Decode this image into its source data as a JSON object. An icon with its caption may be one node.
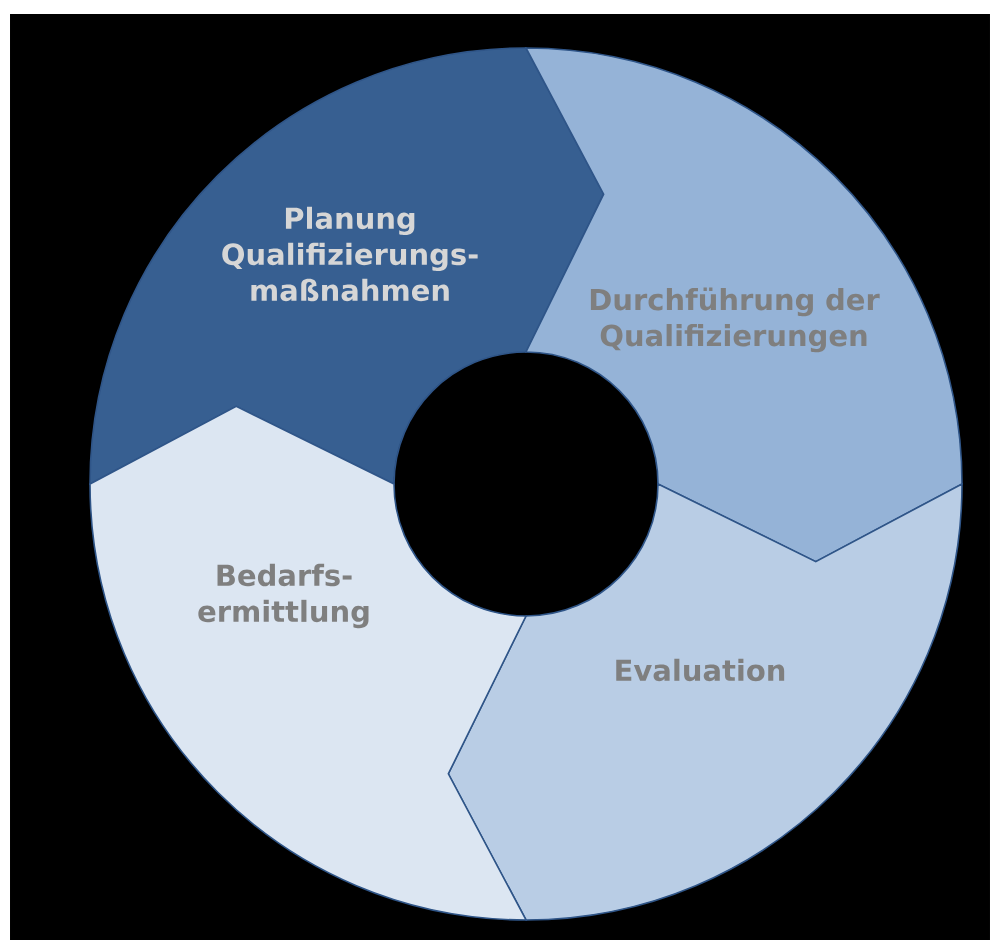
{
  "diagram": {
    "nodes": [
      {
        "text": [
          "Planung Qualifizierungs- maßnahmen"
        ]
      },
      {
        "text": [
          "Durchführung der Qualifizierungen"
        ]
      },
      {
        "text": [
          "Evaluation"
        ]
      },
      {
        "text": [
          "Bedarfs- ermittlung"
        ]
      }
    ]
  }
}
